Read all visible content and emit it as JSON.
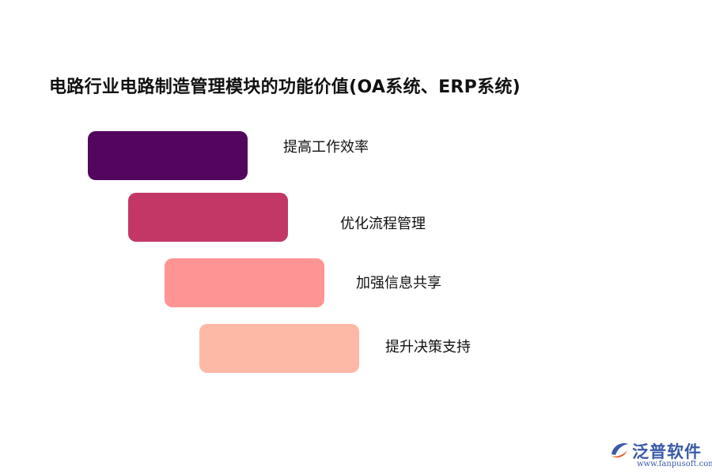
{
  "title": "电路行业电路制造管理模块的功能价值(OA系统、ERP系统)",
  "items": [
    {
      "label": "提高工作效率",
      "color": "#52065e"
    },
    {
      "label": "优化流程管理",
      "color": "#c23766"
    },
    {
      "label": "加强信息共享",
      "color": "#fe9594"
    },
    {
      "label": "提升决策支持",
      "color": "#feb8a6"
    }
  ],
  "logo": {
    "name": "泛普软件",
    "url": "www.fanpusoft.com",
    "color": "#3a5aa8",
    "accent": "#e8632e"
  }
}
